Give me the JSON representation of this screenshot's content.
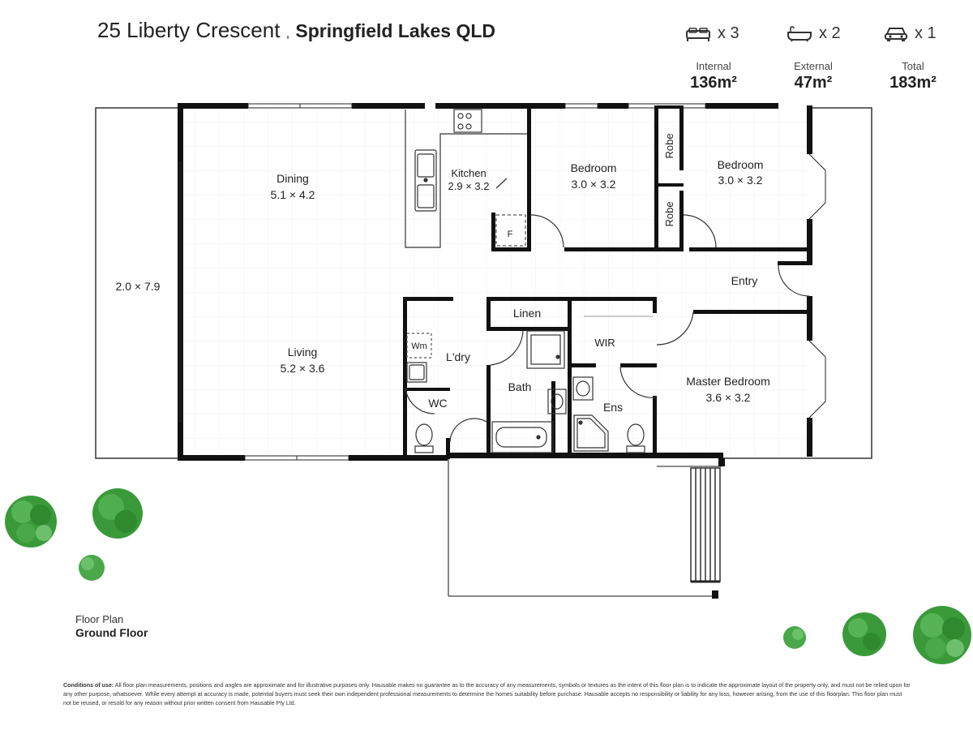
{
  "header": {
    "street": "25 Liberty Crescent",
    "separator": ",",
    "suburb": "Springfield Lakes QLD"
  },
  "features": {
    "bedrooms": "x 3",
    "bathrooms": "x 2",
    "cars": "x 1"
  },
  "areas": {
    "internal_label": "Internal",
    "internal_value": "136m²",
    "external_label": "External",
    "external_value": "47m²",
    "total_label": "Total",
    "total_value": "183m²"
  },
  "rooms": {
    "dining_name": "Dining",
    "dining_size": "5.1 × 4.2",
    "kitchen_name": "Kitchen",
    "kitchen_size": "2.9 × 3.2",
    "fridge": "F",
    "bedroom2_name": "Bedroom",
    "bedroom2_size": "3.0 × 3.2",
    "robe1": "Robe",
    "robe2": "Robe",
    "bedroom3_name": "Bedroom",
    "bedroom3_size": "3.0 × 3.2",
    "patio_size": "2.0 × 7.9",
    "entry": "Entry",
    "linen": "Linen",
    "living_name": "Living",
    "living_size": "5.2 × 3.6",
    "washing_machine": "Wm",
    "laundry": "L'dry",
    "wir": "WIR",
    "bath": "Bath",
    "ensuite": "Ens",
    "wc": "WC",
    "master_name": "Master Bedroom",
    "master_size": "3.6 × 3.2"
  },
  "footer": {
    "plan_label": "Floor Plan",
    "floor_name": "Ground Floor",
    "conditions_title": "Conditions of use:",
    "conditions_text": "All floor plan measurements, positions and angles are approximate and for illustrative purposes only. Hausable makes no guarantee as to the accuracy of any measurements, symbols or textures as the intent of this floor plan is to indicate the approximate layout of the property only, and must not be relied upon for any other purpose, whatsoever. While every attempt at accuracy is made, potential buyers must seek their own independent professional measurements to determine the homes suitability before purchase. Hausable accepts no responsibility or liability for any loss, however arising, from the use of this floorplan. This floor plan must not be reused, or resold for any reason without prior written consent from Hausable Pty Ltd."
  },
  "colors": {
    "wall": "#111111",
    "tree_green": "#3a9a3a",
    "tree_light": "#6cc06c"
  }
}
